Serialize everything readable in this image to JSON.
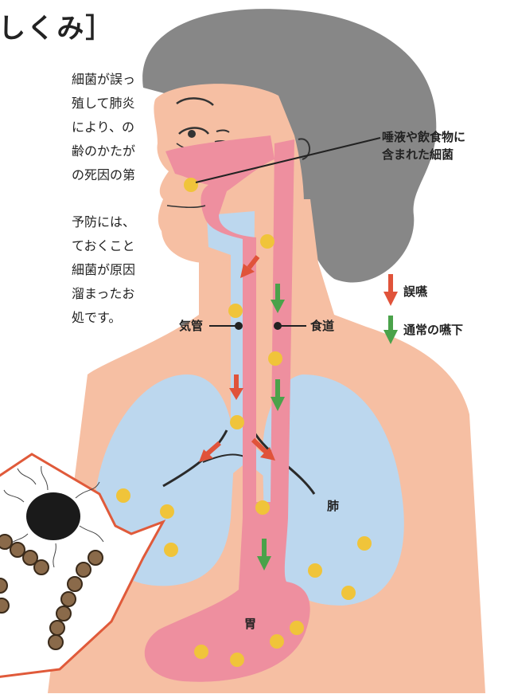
{
  "title": "しくみ］",
  "paragraph1": [
    "細菌が誤っ",
    "殖して肺炎",
    "により、の",
    "齢のかたが",
    "の死因の第"
  ],
  "paragraph2": [
    "予防には、",
    "ておくこと",
    "細菌が原因",
    "溜まったお",
    "処です。"
  ],
  "labels": {
    "bacteria": [
      "唾液や飲食物に",
      "含まれた細菌"
    ],
    "trachea": "気管",
    "esophagus": "食道",
    "lung": "肺",
    "stomach": "胃"
  },
  "legend": {
    "aspiration": "誤嚥",
    "normal": "通常の嚥下"
  },
  "colors": {
    "red_arrow": "#e0533a",
    "green_arrow": "#4aa24a",
    "bacteria_dot": "#f0c43a",
    "skin": "#f6bfa3",
    "hair": "#878787",
    "airway": "#bcd7ee",
    "pink_tract": "#ee8f9f",
    "callout_border": "#e05a3a"
  }
}
